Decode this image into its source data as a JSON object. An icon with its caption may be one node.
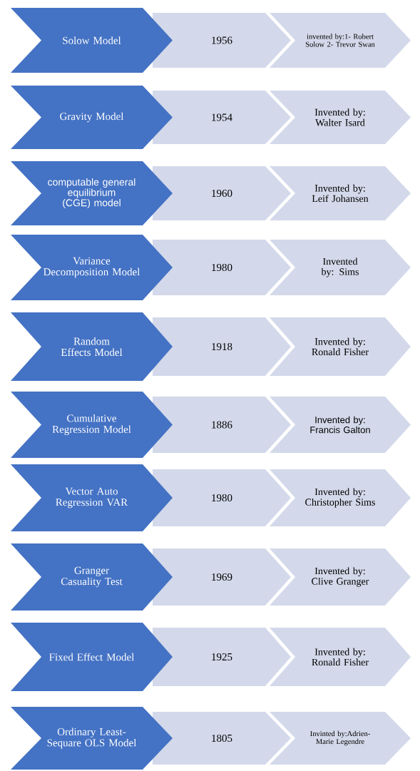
{
  "diagram": {
    "nodes": [
      {
        "text": [
          "Solow Model"
        ]
      },
      {
        "text": [
          "1956"
        ]
      },
      {
        "text": [
          "invented by:1- Robert Solow 2- Trevor Swan"
        ]
      },
      {
        "text": [
          "Gravity Model"
        ]
      },
      {
        "text": [
          "1954"
        ]
      },
      {
        "text": [
          "Invented by: Walter Isard"
        ]
      },
      {
        "text": [
          "computable general equilibrium (CGE) model"
        ]
      },
      {
        "text": [
          "1960"
        ]
      },
      {
        "text": [
          "Invented by: Leif Johansen"
        ]
      },
      {
        "text": [
          "Variance Decomposition Model"
        ]
      },
      {
        "text": [
          "1980"
        ]
      },
      {
        "text": [
          "Invented by: Sims"
        ]
      },
      {
        "text": [
          "Random Effects Model"
        ]
      },
      {
        "text": [
          "1918"
        ]
      },
      {
        "text": [
          "Invented by: Ronald Fisher"
        ]
      },
      {
        "text": [
          "Cumulative Regression Model"
        ]
      },
      {
        "text": [
          "1886"
        ]
      },
      {
        "text": [
          "Invented by: Francis Galton"
        ]
      },
      {
        "text": [
          "Vector Auto Regression VAR"
        ]
      },
      {
        "text": [
          "1980"
        ]
      },
      {
        "text": [
          "Invented by: Christopher Sims"
        ]
      },
      {
        "text": [
          "Granger Casuality Test"
        ]
      },
      {
        "text": [
          "1969"
        ]
      },
      {
        "text": [
          "Invented by: Clive Granger"
        ]
      },
      {
        "text": [
          "Fixed Effect Model"
        ]
      },
      {
        "text": [
          "1925"
        ]
      },
      {
        "text": [
          "Invented by: Ronald Fisher"
        ]
      },
      {
        "text": [
          "Ordinary Least-Sequare OLS Model"
        ]
      },
      {
        "text": [
          "1805"
        ]
      },
      {
        "text": [
          "Invinted by:Adrien-Marie Legendre"
        ]
      }
    ]
  }
}
